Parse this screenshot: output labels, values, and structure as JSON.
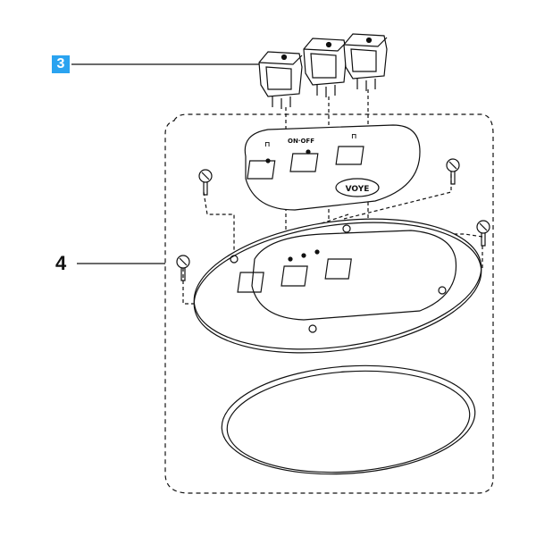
{
  "callouts": [
    {
      "label": "3",
      "highlight": true
    },
    {
      "label": "4",
      "highlight": false
    }
  ],
  "nameplate": {
    "text": "VOYE"
  },
  "colors": {
    "callout_highlight": "#2aa3f0",
    "line": "#111111",
    "background": "#ffffff"
  }
}
